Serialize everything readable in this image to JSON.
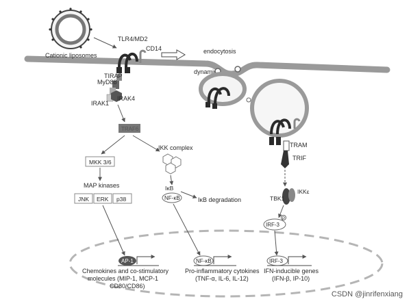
{
  "labels": {
    "cationic_liposomes": "Cationic liposomes",
    "tlr4_md2": "TLR4/MD2",
    "cd14": "CD14",
    "endocytosis": "endocytosis",
    "dynamin": "dynamin",
    "tirap": "TIRAP",
    "myd88": "MyD88",
    "irak1": "IRAK1",
    "irak4": "IRAK4",
    "traf6": "TRAF6",
    "mkk": "MKK 3/6",
    "ikk_complex": "IKK complex",
    "map_kinases": "MAP kinases",
    "jnk": "JNK",
    "erk": "ERK",
    "p38": "p38",
    "ikb": "IκB",
    "nfkb": "NF-κB",
    "ikb_degradation": "IκB degradation",
    "tram": "TRAM",
    "trif": "TRIF",
    "tbk1": "TBK1",
    "ikke": "IKKε",
    "irf3": "IRF-3",
    "p_mark": "P",
    "ap1": "AP-1",
    "nfkb_nucleus": "NF-κB",
    "irf3_nucleus": "IRF-3",
    "chemokines_line1": "Chemokines and co-stimulatory",
    "chemokines_line2": "molecules (MIP-1, MCP-1",
    "chemokines_line3": "CD80/CD86)",
    "proinflammatory_line1": "Pro-inflammatory cytokines",
    "proinflammatory_line2": "(TNF-α, IL-6, IL-12)",
    "ifn_line1": "IFN-inducible genes",
    "ifn_line2": "(IFN-β, IP-10)"
  },
  "watermark": "CSDN @jinrifenxiang",
  "colors": {
    "membrane": "#9a9a9a",
    "receptor": "#2b2b2b",
    "box_stroke": "#8a8a8a",
    "arrow": "#555555",
    "nucleus": "#b5b5b5"
  }
}
